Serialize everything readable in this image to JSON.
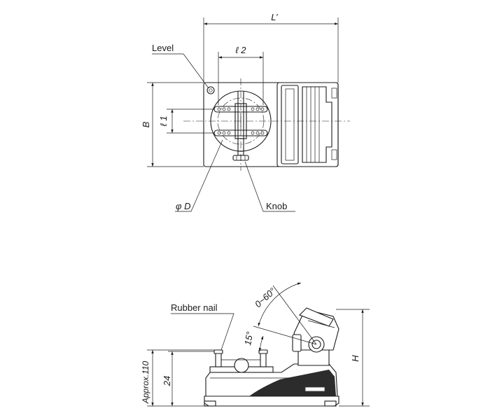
{
  "top_view": {
    "dim_L": "L’",
    "dim_l2": "ℓ 2",
    "dim_l1": "ℓ 1",
    "dim_B": "B",
    "dim_phiD": "φ D",
    "label_level": "Level",
    "label_knob": "Knob"
  },
  "side_view": {
    "label_rubber_nail": "Rubber nail",
    "dim_angle_range": "0~60°",
    "dim_15": "15°",
    "dim_24": "24",
    "dim_approx110": "Approx.110",
    "dim_H": "H"
  }
}
